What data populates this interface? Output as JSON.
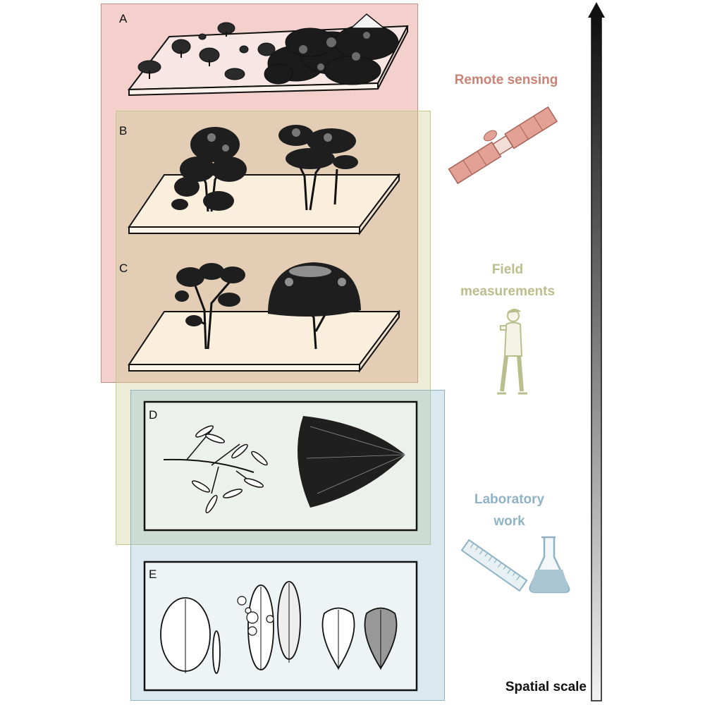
{
  "panels": {
    "a": "A",
    "b": "B",
    "c": "C",
    "d": "D",
    "e": "E"
  },
  "categories": {
    "remote_sensing": {
      "label": "Remote sensing",
      "color": "#c98274"
    },
    "field": {
      "label": "Field measurements",
      "line1": "Field",
      "line2": "measurements",
      "color": "#b9bf8c"
    },
    "lab": {
      "label": "Laboratory work",
      "line1": "Laboratory",
      "line2": "work",
      "color": "#8fb3c4"
    }
  },
  "axis": {
    "label": "Spatial scale"
  },
  "icons": [
    "satellite-icon",
    "field-researcher-icon",
    "ruler-icon",
    "flask-icon"
  ]
}
